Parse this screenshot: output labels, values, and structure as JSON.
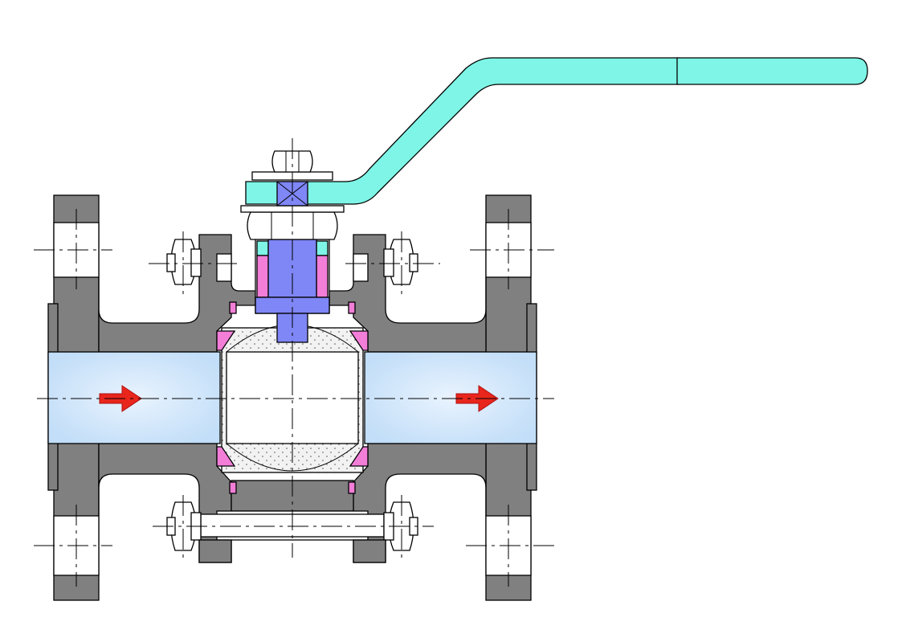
{
  "colors": {
    "body": "#808080",
    "flow": "#c2def8",
    "flow_light": "#e9f3fe",
    "handle": "#7ef5e6",
    "stem": "#7f86f5",
    "seal": "#f27ed8",
    "arrow": "#e8261c",
    "ball": "#f2f2f2",
    "outline": "#000000",
    "background": "#ffffff"
  },
  "flow_arrows": [
    {
      "name": "inlet-flow-arrow",
      "direction": "right"
    },
    {
      "name": "outlet-flow-arrow",
      "direction": "right"
    }
  ],
  "parts": [
    "flange-left",
    "flange-right",
    "body",
    "ball",
    "seat-rings",
    "stem",
    "gland-packing",
    "lever-handle",
    "handle-grip",
    "stem-nut",
    "body-bolts",
    "flange-bolt-holes"
  ]
}
